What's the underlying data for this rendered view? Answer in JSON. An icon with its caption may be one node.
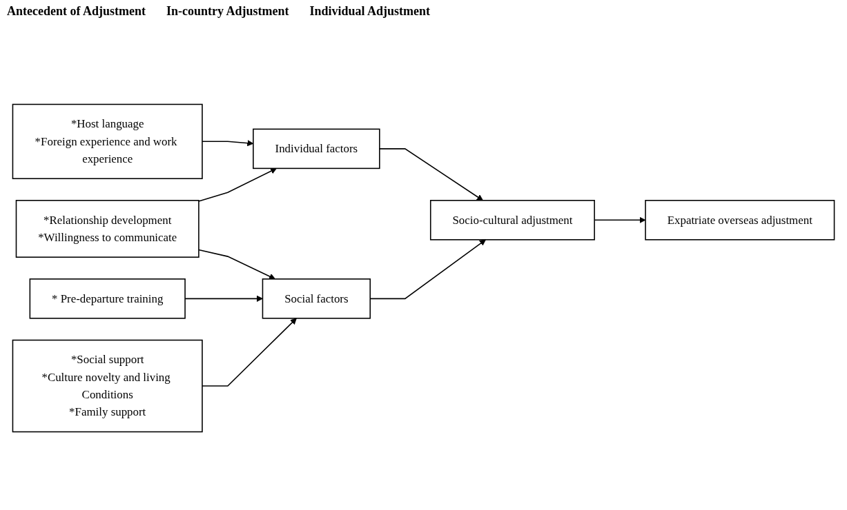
{
  "diagram": {
    "nodes": [
      {
        "text": [
          "*Host language",
          "*Foreign experience and work experience"
        ]
      },
      {
        "text": [
          "* Pre-departure training"
        ]
      },
      {
        "text": [
          "*Relationship development",
          "*Willingness to communicate"
        ]
      },
      {
        "text": [
          "*Social support",
          "*Culture novelty and living Conditions",
          "*Family support"
        ]
      },
      {
        "text": [
          "Individual factors"
        ]
      },
      {
        "text": [
          "Social factors"
        ]
      },
      {
        "text": [
          "Socio-cultural adjustment"
        ]
      },
      {
        "text": [
          "Expatriate overseas adjustment"
        ]
      }
    ],
    "edges": [
      {
        "from": 0,
        "to": 4,
        "arrow": "to"
      },
      {
        "from": 1,
        "to": 5,
        "arrow": "to"
      },
      {
        "from": 2,
        "to": 4,
        "arrow": "to"
      },
      {
        "from": 2,
        "to": 5,
        "arrow": "to"
      },
      {
        "from": 3,
        "to": 5,
        "arrow": "to"
      },
      {
        "from": 4,
        "to": 6,
        "arrow": "to"
      },
      {
        "from": 5,
        "to": 6,
        "arrow": "to"
      },
      {
        "from": 6,
        "to": 7,
        "arrow": "to"
      }
    ],
    "labels": [
      "Antecedent of Adjustment",
      "In-country Adjustment",
      "Individual Adjustment"
    ]
  }
}
